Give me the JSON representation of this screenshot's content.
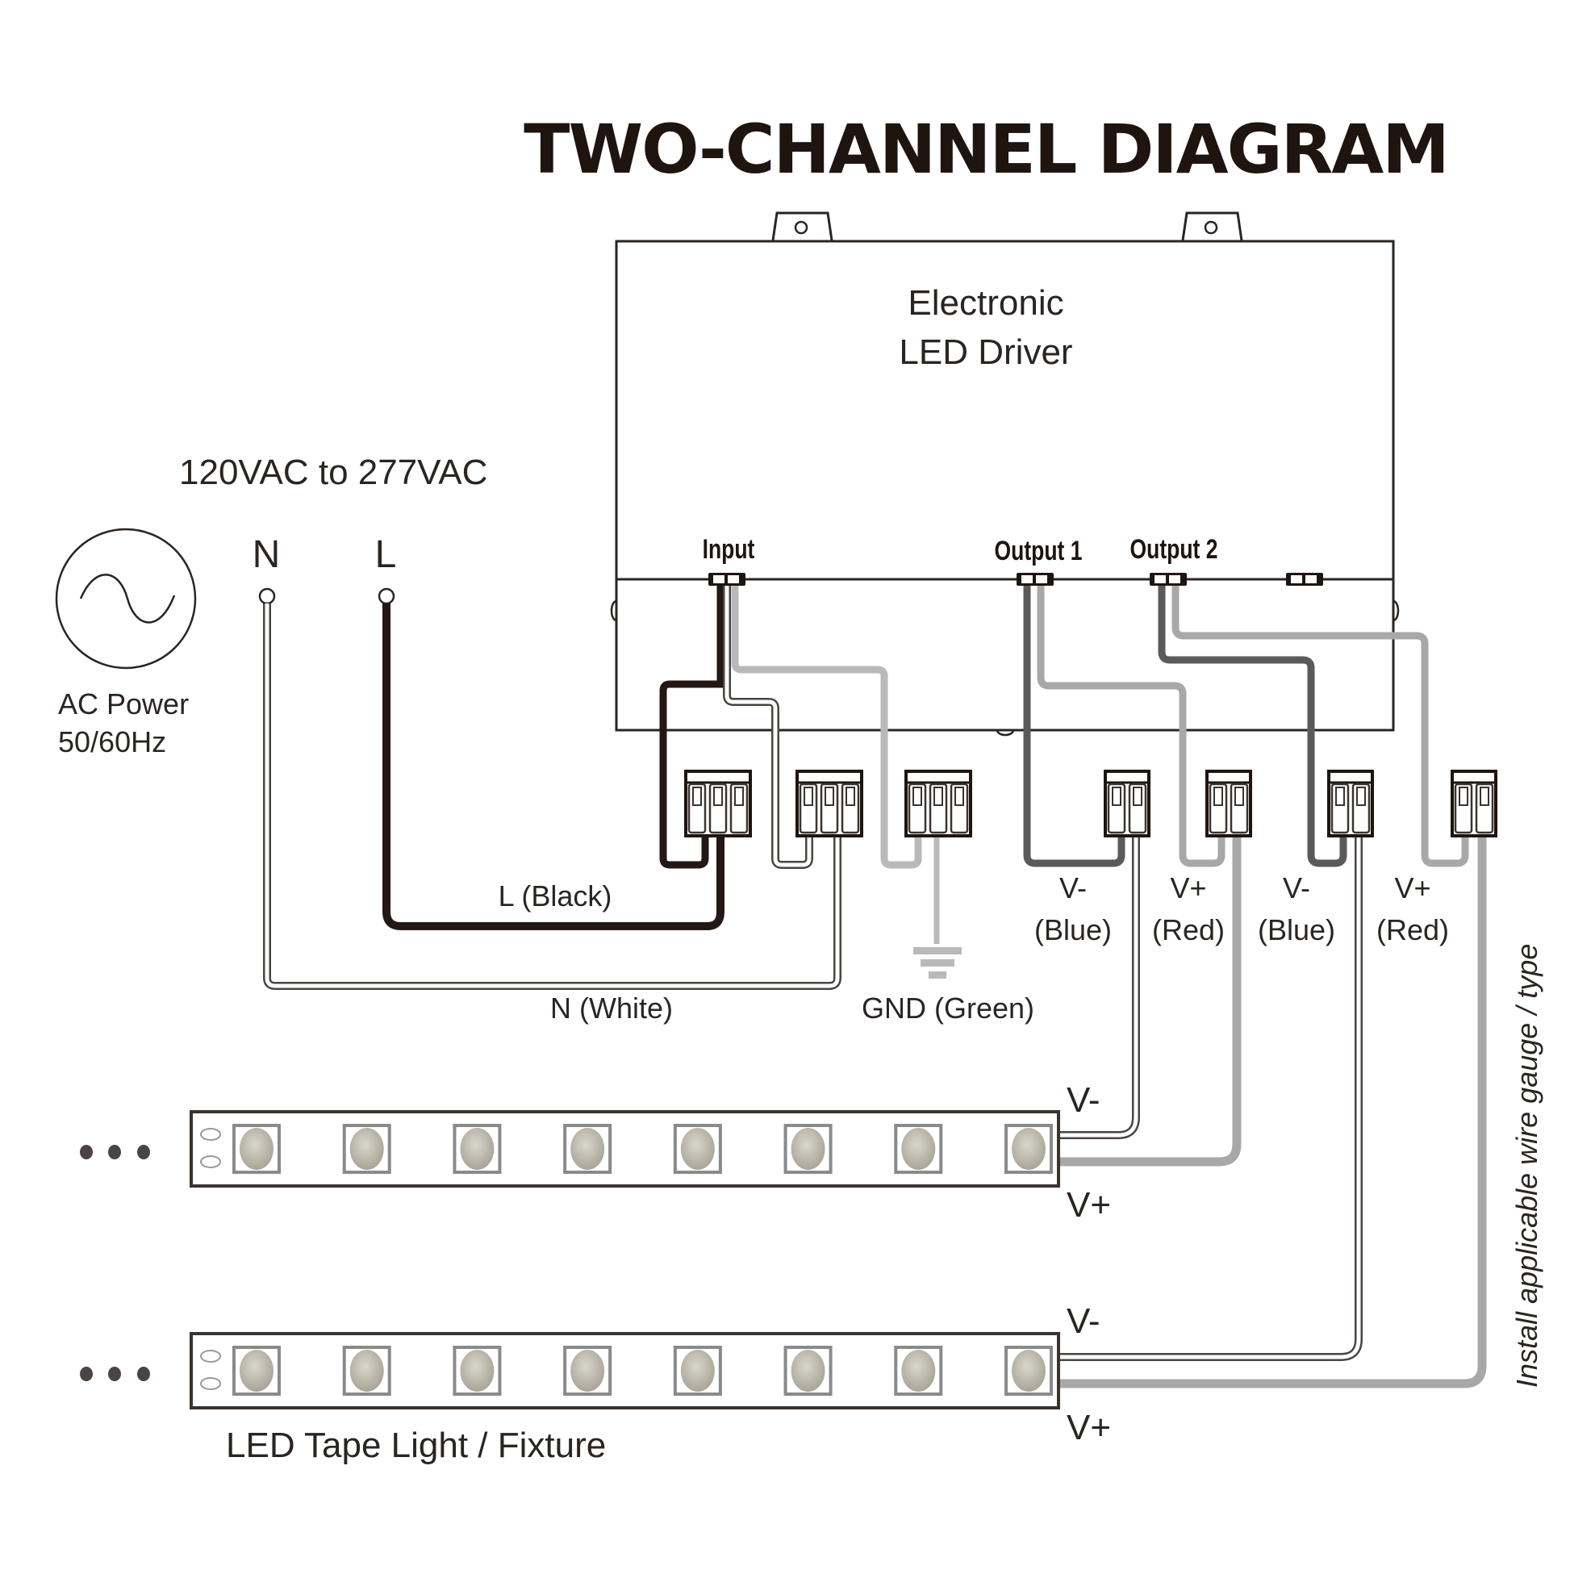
{
  "title": "TWO-CHANNEL DIAGRAM",
  "driver": {
    "label_line1": "Electronic",
    "label_line2": "LED Driver",
    "connectors": {
      "input": "Input",
      "output1": "Output 1",
      "output2": "Output 2"
    }
  },
  "ac_source": {
    "voltage_range": "120VAC to 277VAC",
    "label_line1": "AC Power",
    "label_line2": "50/60Hz",
    "neutral_pin": "N",
    "line_pin": "L",
    "icon": "sine-wave-icon"
  },
  "wires": {
    "line": "L (Black)",
    "neutral": "N (White)",
    "ground": "GND (Green)",
    "ch1_neg_top": "V-",
    "ch1_neg_bottom": "(Blue)",
    "ch1_pos_top": "V+",
    "ch1_pos_bottom": "(Red)",
    "ch2_neg_top": "V-",
    "ch2_neg_bottom": "(Blue)",
    "ch2_pos_top": "V+",
    "ch2_pos_bottom": "(Red)"
  },
  "strips": [
    {
      "neg_label": "V-",
      "pos_label": "V+",
      "led_count": 8,
      "continuation": "• • •"
    },
    {
      "neg_label": "V-",
      "pos_label": "V+",
      "led_count": 8,
      "continuation": "• • •"
    }
  ],
  "fixture_label": "LED Tape Light / Fixture",
  "side_note": "Install applicable wire gauge / type",
  "colors": {
    "black_wire": "#231815",
    "white_wire_outline": "#4a4442",
    "ground_wire": "#b9b9b9",
    "negative_wire": "#5a5a5a",
    "positive_wire": "#a8a8a8",
    "led_fill": "#c9c6bc"
  }
}
